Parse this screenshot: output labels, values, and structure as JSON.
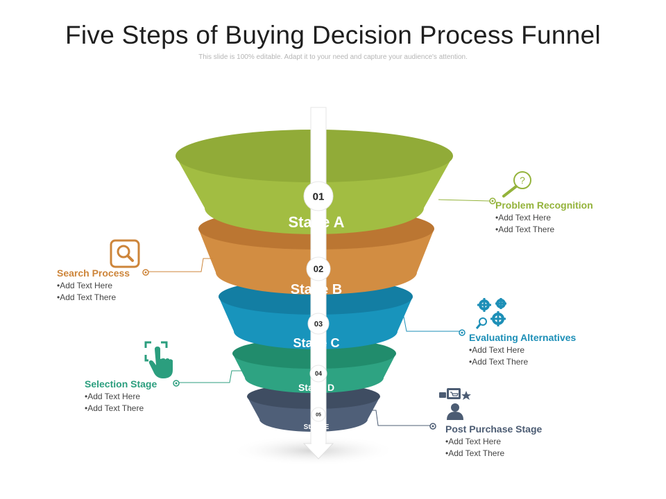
{
  "title": "Five Steps of Buying Decision Process Funnel",
  "subtitle": "This slide is 100% editable. Adapt it to your need and capture your audience's attention.",
  "colors": {
    "green": "#94b33b",
    "orange": "#cd853a",
    "blue": "#1d8fb7",
    "teal": "#2b9e7e",
    "slate": "#4c5c73"
  },
  "stages": [
    {
      "number": "01",
      "label": "Stage A",
      "color": "#a2bd42",
      "top_color": "#91ab38",
      "heading": "Problem Recognition",
      "lines": [
        "Add Text Here",
        "Add Text There"
      ],
      "icon": "magnifier-question-icon"
    },
    {
      "number": "02",
      "label": "Stage B",
      "color": "#d28d42",
      "top_color": "#bb7632",
      "heading": "Search Process",
      "lines": [
        "Add Text Here",
        "Add Text There"
      ],
      "icon": "search-icon"
    },
    {
      "number": "03",
      "label": "Stage C",
      "color": "#1894bc",
      "top_color": "#137ea3",
      "heading": "Evaluating Alternatives",
      "lines": [
        "Add Text Here",
        "Add Text There"
      ],
      "icon": "gears-icon"
    },
    {
      "number": "04",
      "label": "Stage D",
      "color": "#2ea382",
      "top_color": "#218c6c",
      "heading": "Selection Stage",
      "lines": [
        "Add Text Here",
        "Add Text There"
      ],
      "icon": "touch-select-icon"
    },
    {
      "number": "05",
      "label": "Stage E",
      "color": "#4f5f78",
      "top_color": "#3f4d62",
      "heading": "Post Purchase Stage",
      "lines": [
        "Add Text Here",
        "Add Text There"
      ],
      "icon": "customer-review-icon"
    }
  ]
}
